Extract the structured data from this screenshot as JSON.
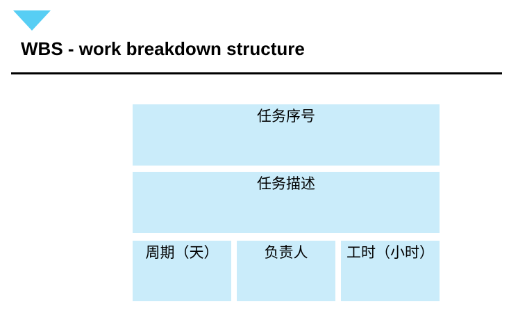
{
  "slide": {
    "title": "WBS - work breakdown structure"
  },
  "colors": {
    "background": "#FFFFFF",
    "triangle": "#57CEF4",
    "box_fill": "#CAECFA",
    "divider": "#000000",
    "title_text": "#000000",
    "box_text": "#000000"
  },
  "icons": {
    "triangle_marker": "down-triangle"
  },
  "diagram": {
    "rows": [
      {
        "cells": [
          {
            "label": "任务序号"
          }
        ]
      },
      {
        "cells": [
          {
            "label": "任务描述"
          }
        ]
      },
      {
        "cells": [
          {
            "label": "周期（天）"
          },
          {
            "label": "负责人"
          },
          {
            "label": "工时（小时）"
          }
        ]
      }
    ]
  }
}
